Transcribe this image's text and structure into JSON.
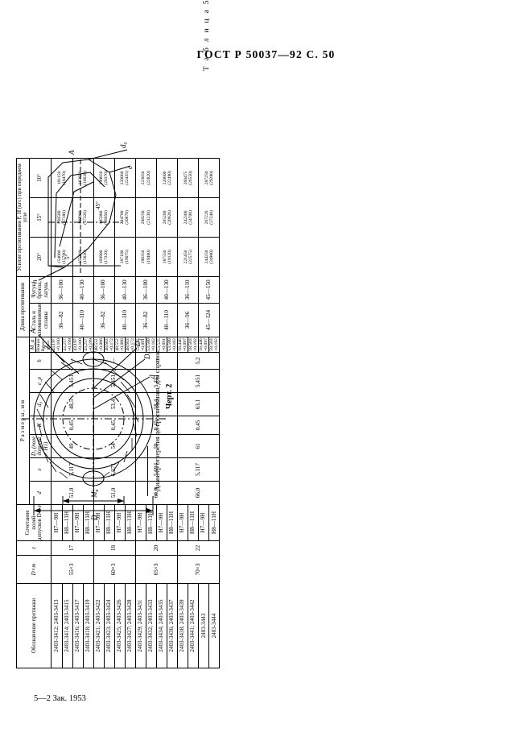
{
  "header": {
    "standard": "ГОСТ Р 50037—92 С. 50"
  },
  "footer": {
    "text": "5—2 Зак. 1953"
  },
  "table": {
    "caption": "Т а б л и ц а  5",
    "headers": {
      "designation": "Обозначение протяжки",
      "dxm": "D×m",
      "z": "z",
      "fields": "Сочетание полей допусков D и e",
      "d": "d",
      "e": "e",
      "D3": "D₃ (поле допуска H1)",
      "D3_sub": "(поле допуска H1)",
      "K": "K",
      "d0": "d₀",
      "d0_sub": "(поле допуска H1)",
      "ep": "e_p",
      "h": "h",
      "dims_group": "Р а з м е р ы ,   м м",
      "Ma": "M_a",
      "Ma_nom": "Номин.",
      "Ma_dev": "Верхн. откл.",
      "len_group": "Длина протягивания",
      "len_steel": "Сталь и алюминиевые сплавы",
      "len_iron": "Чугун, бронза, латунь",
      "force_group": "Усилие протягивания P, H (кгс) при переднем угле",
      "a20": "20°",
      "a15": "15°",
      "a10": "10°"
    },
    "groups": [
      {
        "dxm": "55×3",
        "z": "17",
        "d": "51,0",
        "e": "5,117",
        "D3": "49",
        "K": "0,45",
        "d0": "48,5",
        "ep": "5,451",
        "h": "—",
        "rows": [
          {
            "desig": "2403-3412; 2403-3413",
            "fit": "H7—9H",
            "Ma_nom": "43,197",
            "Ma_dev": "+0,100",
            "len_steel": "36—82",
            "len_iron": "36—100",
            "f20": "154000 (15700)",
            "f15": "168500 (17180)",
            "f10": "181150 (18470)"
          },
          {
            "desig": "2403-3414; 2403-3415",
            "fit": "H8—11H",
            "Ma_nom": "43,257",
            "Ma_dev": "+0,199",
            "len_steel": "36—82",
            "len_iron": "36—100",
            "f20": "154000 (15700)",
            "f15": "168500 (17180)",
            "f10": "181150 (18470)"
          },
          {
            "desig": "2403-3416; 2403-3417",
            "fit": "H7—9H",
            "Ma_nom": "43,197",
            "Ma_dev": "+0,100",
            "len_steel": "40—110",
            "len_iron": "40—130",
            "f20": "155300 (15830)",
            "f15": "169900 (17320)",
            "f10": "182650 (18620)"
          },
          {
            "desig": "2403-3418; 2403-3419",
            "fit": "H8—11H",
            "Ma_nom": "43,257",
            "Ma_dev": "+0,199",
            "len_steel": "40—110",
            "len_iron": "40—130",
            "f20": "155300 (15830)",
            "f15": "169900 (17320)",
            "f10": "182650 (18620)"
          }
        ]
      },
      {
        "dxm": "60×3",
        "z": "18",
        "d": "51,0",
        "e": "6,271",
        "D3": "54",
        "K": "0,45",
        "d0": "53,4",
        "ep": "5,451",
        "h": "—",
        "rows": [
          {
            "desig": "2403-3421; 2403-3422",
            "fit": "H7—9H",
            "Ma_nom": "48,552",
            "Ma_dev": "+0,086",
            "len_steel": "36—82",
            "len_iron": "36—100",
            "f20": "169900 (17320)",
            "f15": "185900 (18950)",
            "f10": "199850 (20370)"
          },
          {
            "desig": "2403-3423; 2403-3424",
            "fit": "H8—11H",
            "Ma_nom": "48,603",
            "Ma_dev": "+0,172",
            "len_steel": "36—82",
            "len_iron": "36—100",
            "f20": "169900 (17320)",
            "f15": "185900 (18950)",
            "f10": "199850 (20370)"
          },
          {
            "desig": "2403-3425; 2403-3426",
            "fit": "H7—9H",
            "Ma_nom": "48,552",
            "Ma_dev": "+0,086",
            "len_steel": "40—110",
            "len_iron": "40—130",
            "f20": "187100 (19075)",
            "f15": "204700 (20870)",
            "f10": "220060 (22435)"
          },
          {
            "desig": "2403-3427; 2403-3428",
            "fit": "H8—11H",
            "Ma_nom": "48,603",
            "Ma_dev": "+0,172",
            "len_steel": "40—110",
            "len_iron": "40—130",
            "f20": "187100 (19075)",
            "f15": "204700 (20870)",
            "f10": "220060 (22435)"
          }
        ]
      },
      {
        "dxm": "65×3",
        "z": "20",
        "d": "60,0",
        "e": "5,694",
        "D3": "59",
        "K": "0,45",
        "d0": "58,4",
        "ep": "5,451",
        "h": "—",
        "rows": [
          {
            "desig": "2403-3429; 2403-3431",
            "fit": "H7—9H",
            "Ma_nom": "53,525",
            "Ma_dev": "+0,091",
            "len_steel": "36—82",
            "len_iron": "36—100",
            "f20": "190350 (19400)",
            "f15": "208250 (21230)",
            "f10": "223850 (22820)"
          },
          {
            "desig": "2403-3432; 2403-3433",
            "fit": "H8—11H",
            "Ma_nom": "53,580",
            "Ma_dev": "+0,182",
            "len_steel": "36—82",
            "len_iron": "36—100",
            "f20": "190350 (19400)",
            "f15": "208250 (21230)",
            "f10": "223850 (22820)"
          },
          {
            "desig": "2403-3434; 2403-3435",
            "fit": "H7—9H",
            "Ma_nom": "53,525",
            "Ma_dev": "+0,091",
            "len_steel": "40—110",
            "len_iron": "40—130",
            "f20": "187550 (19120)",
            "f15": "205200 (20920)",
            "f10": "220600 (22490)"
          },
          {
            "desig": "2403-3436; 2403-3437",
            "fit": "H8—11H",
            "Ma_nom": "53,580",
            "Ma_dev": "+0,182",
            "len_steel": "40—110",
            "len_iron": "40—130",
            "f20": "187550 (19120)",
            "f15": "205200 (20920)",
            "f10": "220600 (22490)"
          }
        ]
      },
      {
        "dxm": "70×3",
        "z": "22",
        "d": "66,0",
        "e": "5,117",
        "D3": "61",
        "K": "0,45",
        "d0": "63,1",
        "ep": "5,451",
        "h": "5,2",
        "rows": [
          {
            "desig": "2403-3438; 2403-3439",
            "fit": "H7—9H",
            "Ma_nom": "58,446",
            "Ma_dev": "+0,097",
            "len_steel": "36—96",
            "len_iron": "36—110",
            "f20": "221450 (22575)",
            "f15": "242300 (24700)",
            "f10": "260475 (26550)"
          },
          {
            "desig": "2403-3441; 2403-3442",
            "fit": "H8—11H",
            "Ma_nom": "58,503",
            "Ma_dev": "+0,192",
            "len_steel": "36—96",
            "len_iron": "36—110",
            "f20": "221450 (22575)",
            "f15": "242300 (24700)",
            "f10": "260475 (26550)"
          },
          {
            "desig": "2403-3443",
            "fit": "H7—9H",
            "Ma_nom": "58,446",
            "Ma_dev": "+0,097",
            "len_steel": "45—124",
            "len_iron": "45—150",
            "f20": "244250 (24900)",
            "f15": "267220 (27240)",
            "f10": "287250 (29280)"
          },
          {
            "desig": "2403-3444",
            "fit": "H8—11H",
            "Ma_nom": "58,503",
            "Ma_dev": "+0,192",
            "len_steel": "45—124",
            "len_iron": "45—150",
            "f20": "244250 (24900)",
            "f15": "267220 (27240)",
            "f10": "287250 (29280)"
          }
        ]
      }
    ]
  },
  "figure": {
    "caption": "Черт. 2",
    "footnote": "* Диаметр отверстия до протягивания, для справок",
    "labels_top": [
      "d₀",
      "e",
      "A",
      "5°",
      "45°",
      "h"
    ],
    "labels_bottom": [
      "A",
      "Z",
      "D₃",
      "D₀",
      "d",
      "M_a",
      "D",
      "K"
    ]
  }
}
